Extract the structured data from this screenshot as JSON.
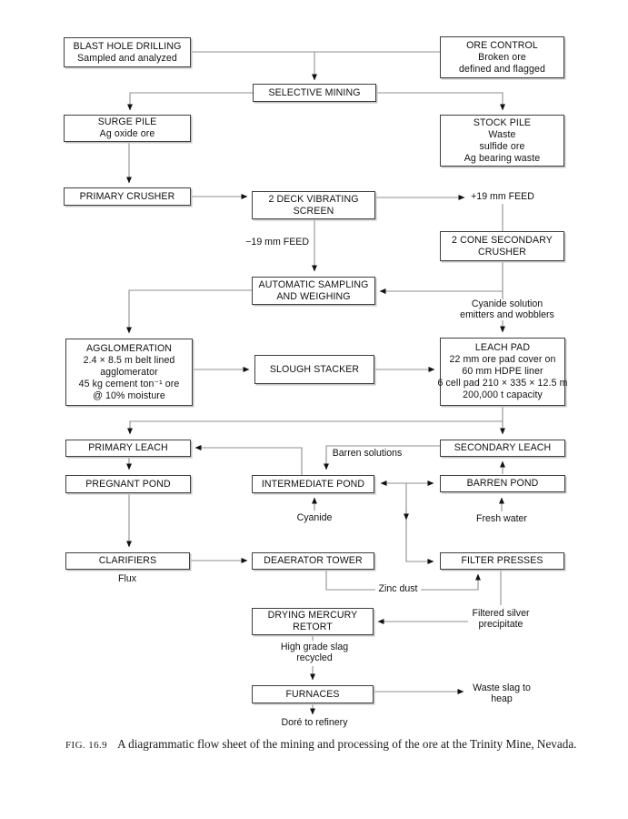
{
  "colors": {
    "background": "#ffffff",
    "box_border": "#3f3f3f",
    "connector_line": "#8f8f8f",
    "arrowhead": "#111111",
    "text": "#111111"
  },
  "boxes": {
    "blast_hole_drilling": {
      "lines": [
        "BLAST HOLE DRILLING",
        "Sampled and analyzed"
      ]
    },
    "ore_control": {
      "lines": [
        "ORE CONTROL",
        "Broken ore",
        "defined and flagged"
      ]
    },
    "selective_mining": {
      "lines": [
        "SELECTIVE MINING"
      ]
    },
    "surge_pile": {
      "lines": [
        "SURGE PILE",
        "Ag oxide ore"
      ]
    },
    "stock_pile": {
      "lines": [
        "STOCK PILE",
        "Waste",
        "sulfide ore",
        "Ag bearing waste"
      ]
    },
    "primary_crusher": {
      "lines": [
        "PRIMARY CRUSHER"
      ]
    },
    "vibrating_screen": {
      "lines": [
        "2 DECK VIBRATING",
        "SCREEN"
      ]
    },
    "secondary_crusher": {
      "lines": [
        "2 CONE SECONDARY",
        "CRUSHER"
      ]
    },
    "automatic_sampling": {
      "lines": [
        "AUTOMATIC SAMPLING",
        "AND WEIGHING"
      ]
    },
    "agglomeration": {
      "lines": [
        "AGGLOMERATION",
        "2.4 × 8.5 m belt lined",
        "agglomerator",
        "45 kg cement ton⁻¹ ore",
        "@ 10% moisture"
      ]
    },
    "slough_stacker": {
      "lines": [
        "SLOUGH STACKER"
      ]
    },
    "leach_pad": {
      "lines": [
        "LEACH PAD",
        "22 mm ore pad cover on",
        "60 mm HDPE liner",
        "6 cell pad 210 × 335 × 12.5 m",
        "200,000 t capacity"
      ]
    },
    "primary_leach": {
      "lines": [
        "PRIMARY LEACH"
      ]
    },
    "secondary_leach": {
      "lines": [
        "SECONDARY LEACH"
      ]
    },
    "pregnant_pond": {
      "lines": [
        "PREGNANT POND"
      ]
    },
    "intermediate_pond": {
      "lines": [
        "INTERMEDIATE POND"
      ]
    },
    "barren_pond": {
      "lines": [
        "BARREN POND"
      ]
    },
    "clarifiers": {
      "lines": [
        "CLARIFIERS"
      ]
    },
    "deaerator_tower": {
      "lines": [
        "DEAERATOR TOWER"
      ]
    },
    "filter_presses": {
      "lines": [
        "FILTER PRESSES"
      ]
    },
    "drying_mercury_retort": {
      "lines": [
        "DRYING MERCURY",
        "RETORT"
      ]
    },
    "furnaces": {
      "lines": [
        "FURNACES"
      ]
    }
  },
  "labels": {
    "plus19_feed": "+19 mm FEED",
    "minus19_feed": "−19 mm FEED",
    "cyanide_solution_1": "Cyanide solution",
    "cyanide_solution_2": "emitters and wobblers",
    "barren_solutions": "Barren  solutions",
    "cyanide": "Cyanide",
    "fresh_water": "Fresh water",
    "flux": "Flux",
    "zinc_dust": "Zinc  dust",
    "filtered_silver_1": "Filtered silver",
    "filtered_silver_2": "precipitate",
    "high_grade_slag_1": "High grade slag",
    "high_grade_slag_2": "recycled",
    "waste_slag_1": "Waste slag to",
    "waste_slag_2": "heap",
    "dore": "Doré to refinery"
  },
  "caption": {
    "fig": "FIG. 16.9",
    "text": "A diagrammatic flow sheet of the mining and processing of the ore at the Trinity Mine, Nevada."
  }
}
